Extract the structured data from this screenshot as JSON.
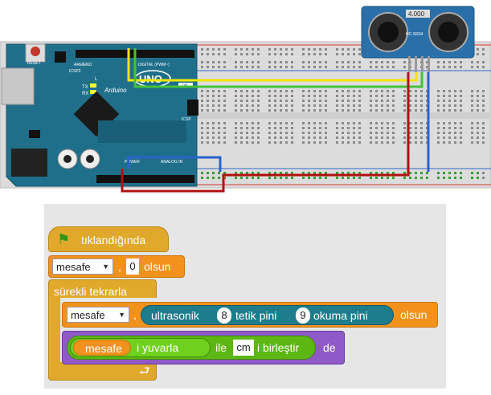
{
  "circuit": {
    "reset_label": "RESET",
    "icsp2_label": "ICSP2",
    "aref_label": "AREF",
    "gnd_label": "GND",
    "l_label": "L",
    "tx_label": "TX",
    "rx_label": "RX",
    "arduino_label": "Arduino",
    "uno_label": "UNO",
    "digital_label": "DIGITAL (PWM~)",
    "on_label": "ON",
    "icsp_label": "ICSP",
    "power_label": "POWER",
    "analog_label": "ANALOG IN",
    "sensor_display": "4.000",
    "sensor_model": "HC-SR04"
  },
  "script": {
    "hat_label": "tıklandığında",
    "set_var": "mesafe",
    "set_value": "0",
    "set_suffix": "olsun",
    "forever_label": "sürekli  tekrarla",
    "set2_var": "mesafe",
    "ultra_label": "ultrasonik",
    "trig_pin": "8",
    "trig_label": "tetik  pini",
    "echo_pin": "9",
    "echo_label": "okuma  pini",
    "set2_suffix": "olsun",
    "say_var": "mesafe",
    "round_label": "i  yuvarla",
    "join_label": "ile",
    "join_text": "cm",
    "join_suffix": "i  birleştir",
    "say_label": "de"
  }
}
